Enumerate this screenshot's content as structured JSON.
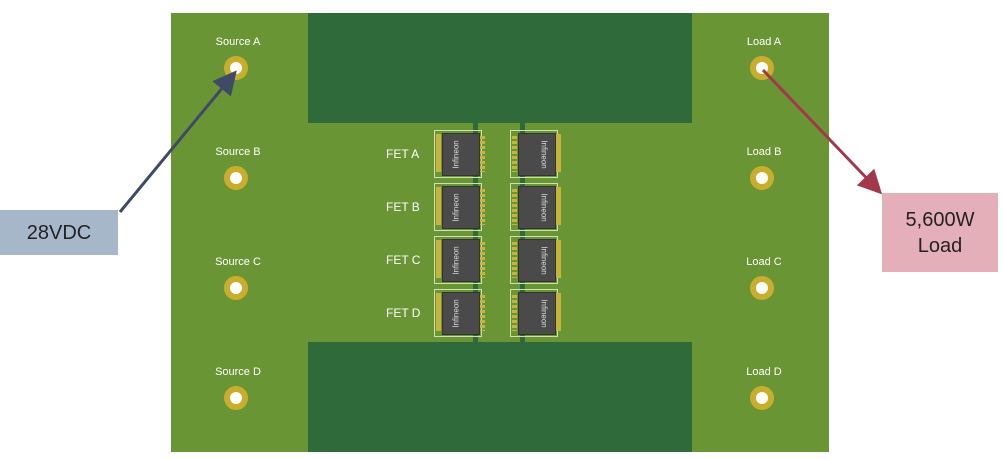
{
  "sources": [
    "Source A",
    "Source B",
    "Source C",
    "Source D"
  ],
  "loads": [
    "Load A",
    "Load B",
    "Load C",
    "Load D"
  ],
  "fets": [
    "FET A",
    "FET B",
    "FET C",
    "FET D"
  ],
  "fet_brand": "Infineon",
  "callouts": {
    "voltage": {
      "text": "28VDC",
      "color": "#a7b7ca",
      "arrow_color": "#3f4a66"
    },
    "load": {
      "line1": "5,600W",
      "line2": "Load",
      "color": "#e5afb9",
      "arrow_color": "#a3384a"
    }
  },
  "colors": {
    "board": "#6a9535",
    "copper_pour": "#2e6a3a",
    "pad": "#c9ae2e"
  }
}
